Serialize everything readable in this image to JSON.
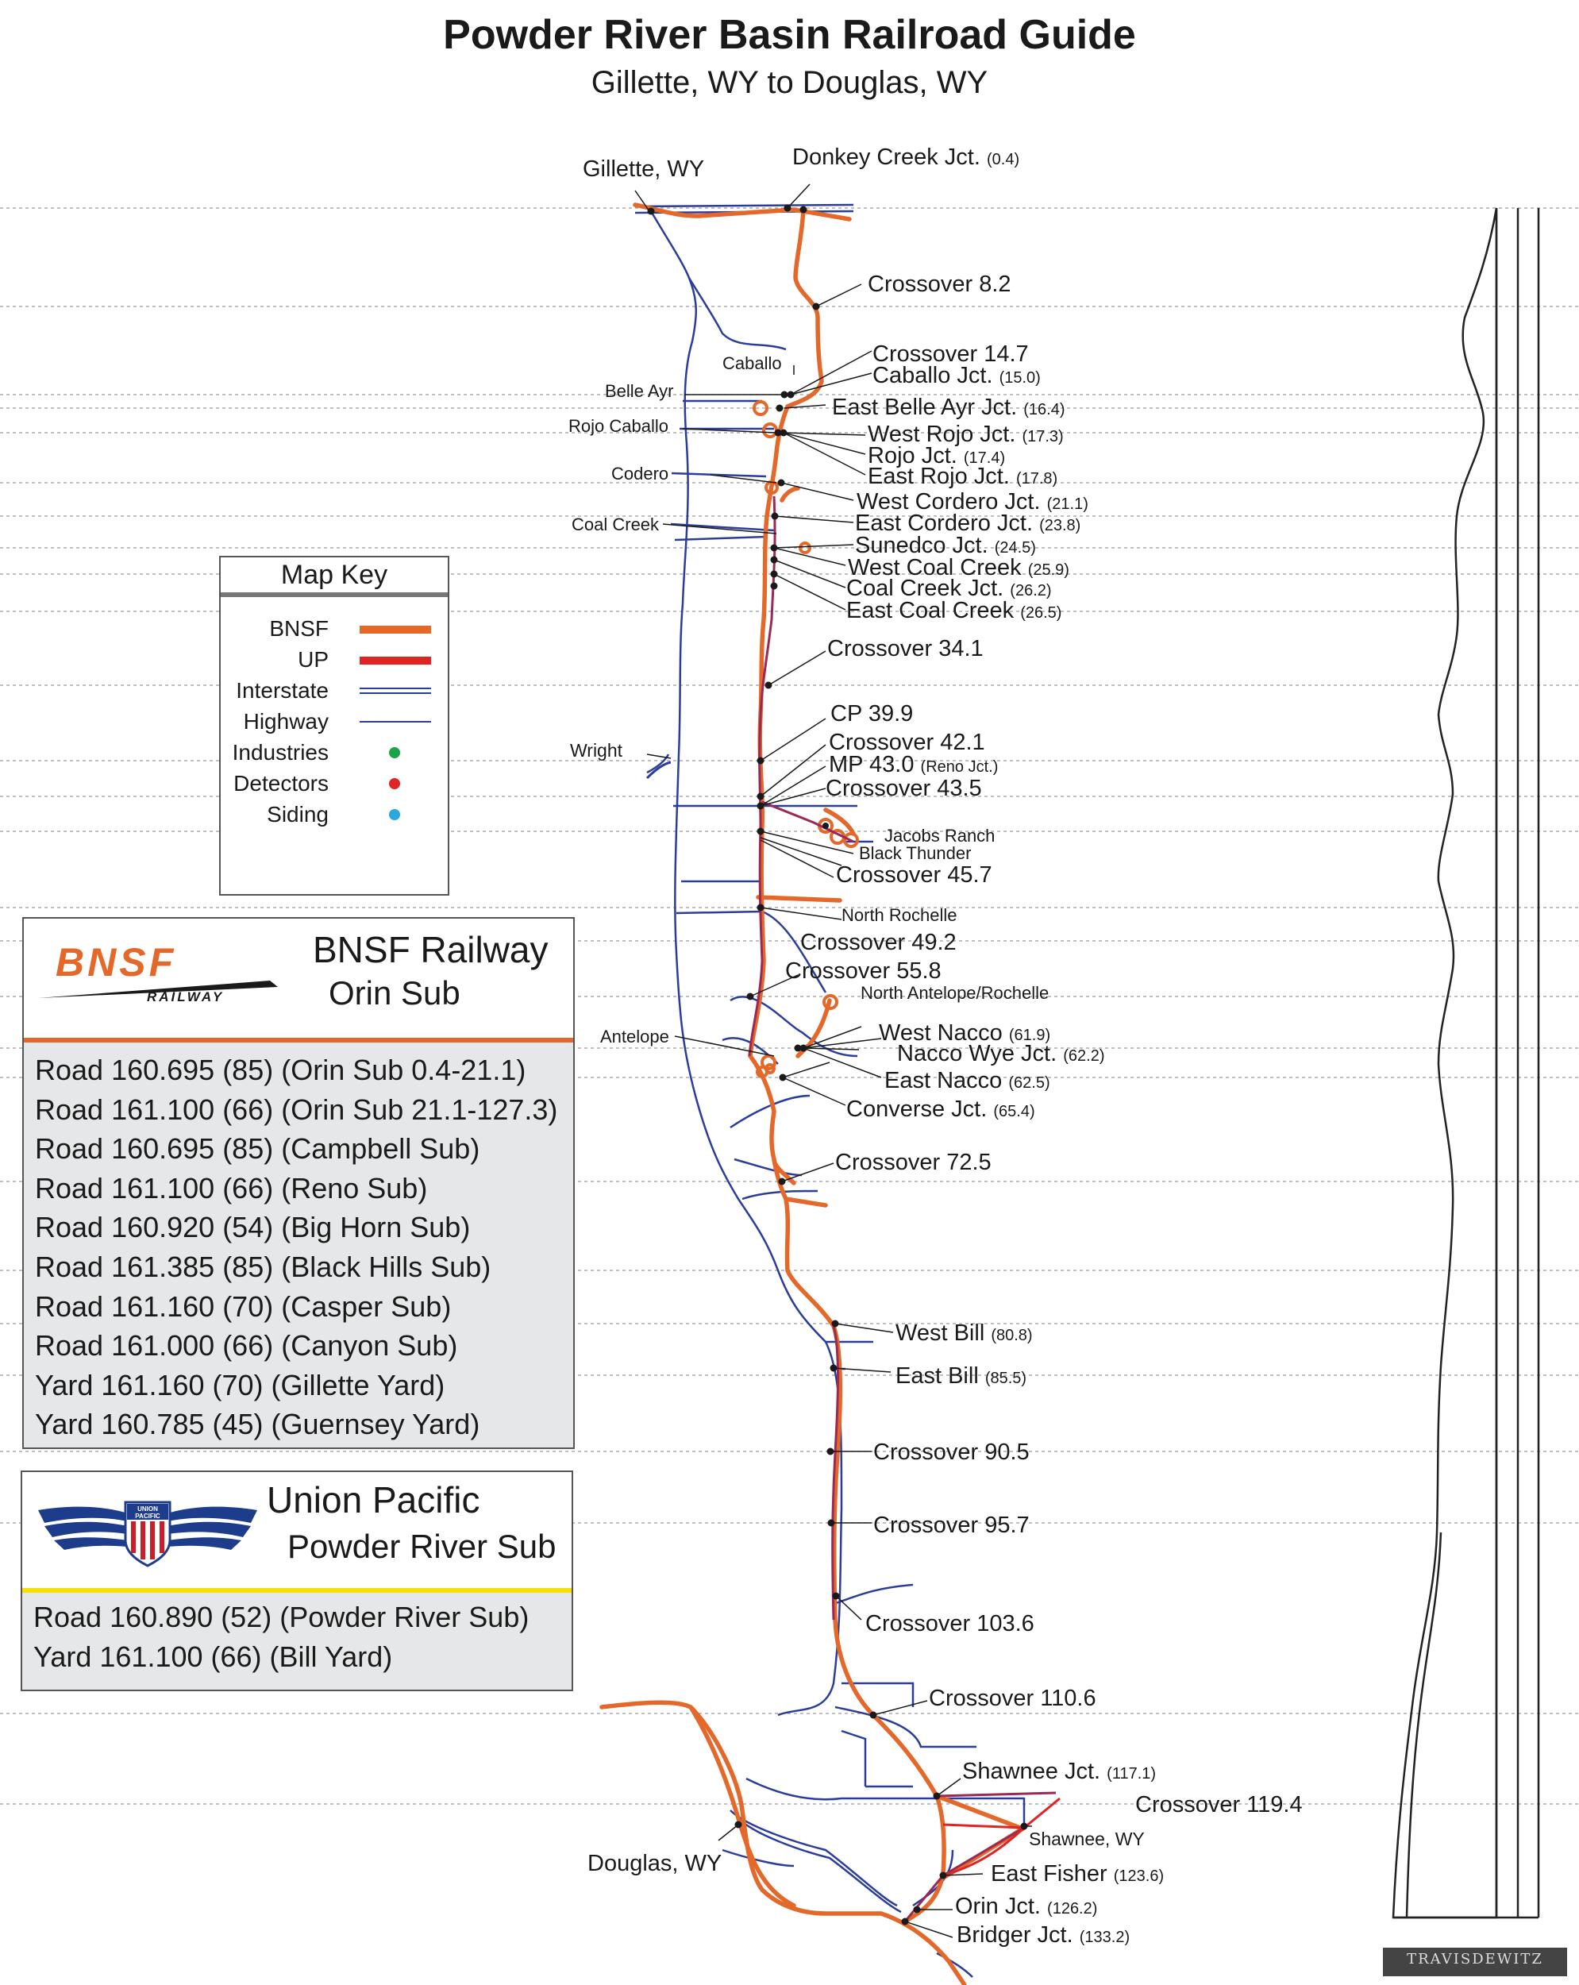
{
  "header": {
    "title": "Powder River Basin Railroad Guide",
    "subtitle": "Gillette, WY to Douglas, WY"
  },
  "map_key": {
    "title": "Map Key",
    "items": [
      {
        "label": "BNSF",
        "swatch": "thick-line",
        "color": "#e4682a"
      },
      {
        "label": "UP",
        "swatch": "thick-line",
        "color": "#e02424"
      },
      {
        "label": "Interstate",
        "swatch": "double-line",
        "color": "#2b3d9a"
      },
      {
        "label": "Highway",
        "swatch": "thin-line",
        "color": "#2b3d9a"
      },
      {
        "label": "Industries",
        "swatch": "dot",
        "color": "#1aa34a"
      },
      {
        "label": "Detectors",
        "swatch": "dot",
        "color": "#e02424"
      },
      {
        "label": "Siding",
        "swatch": "dot",
        "color": "#29a8e0"
      }
    ]
  },
  "bnsf": {
    "logo_text": "BNSF",
    "logo_subtext": "RAILWAY",
    "title": "BNSF Railway",
    "subtitle": "Orin Sub",
    "frequencies": [
      "Road 160.695 (85) (Orin Sub 0.4-21.1)",
      "Road 161.100 (66) (Orin Sub 21.1-127.3)",
      "Road 160.695 (85) (Campbell Sub)",
      "Road 161.100 (66) (Reno Sub)",
      "Road 160.920 (54) (Big Horn Sub)",
      "Road 161.385 (85) (Black Hills Sub)",
      "Road 161.160 (70) (Casper Sub)",
      "Road 161.000 (66) (Canyon Sub)",
      "Yard 161.160 (70) (Gillette Yard)",
      "Yard 160.785 (45) (Guernsey Yard)"
    ]
  },
  "up": {
    "logo_text_top": "UNION",
    "logo_text_bottom": "PACIFIC",
    "title": "Union Pacific",
    "subtitle": "Powder River Sub",
    "frequencies": [
      "Road 160.890 (52) (Powder River Sub)",
      "Yard 161.100 (66) (Bill Yard)"
    ]
  },
  "places": {
    "gillette": "Gillette, WY",
    "caballo": "Caballo",
    "belle_ayr": "Belle Ayr",
    "rojo_caballo": "Rojo Caballo",
    "codero": "Codero",
    "coal_creek": "Coal Creek",
    "wright": "Wright",
    "jacobs_ranch": "Jacobs Ranch",
    "black_thunder": "Black Thunder",
    "north_rochelle": "North Rochelle",
    "north_antelope": "North Antelope/Rochelle",
    "antelope": "Antelope",
    "douglas": "Douglas, WY",
    "shawnee": "Shawnee, WY"
  },
  "stations": [
    {
      "name": "Donkey Creek Jct.",
      "mp": "(0.4)"
    },
    {
      "name": "Crossover 8.2",
      "mp": ""
    },
    {
      "name": "Crossover 14.7",
      "mp": ""
    },
    {
      "name": "Caballo Jct.",
      "mp": "(15.0)"
    },
    {
      "name": "East Belle Ayr Jct.",
      "mp": "(16.4)"
    },
    {
      "name": "West Rojo Jct.",
      "mp": "(17.3)"
    },
    {
      "name": "Rojo Jct.",
      "mp": "(17.4)"
    },
    {
      "name": "East Rojo Jct.",
      "mp": "(17.8)"
    },
    {
      "name": "West Cordero Jct.",
      "mp": "(21.1)"
    },
    {
      "name": "East Cordero Jct.",
      "mp": "(23.8)"
    },
    {
      "name": "Sunedco Jct.",
      "mp": "(24.5)"
    },
    {
      "name": "West Coal Creek",
      "mp": "(25.9)"
    },
    {
      "name": "Coal Creek Jct.",
      "mp": "(26.2)"
    },
    {
      "name": "East Coal Creek",
      "mp": "(26.5)"
    },
    {
      "name": "Crossover 34.1",
      "mp": ""
    },
    {
      "name": "CP 39.9",
      "mp": ""
    },
    {
      "name": "Crossover 42.1",
      "mp": ""
    },
    {
      "name": "MP 43.0",
      "mp": "(Reno Jct.)"
    },
    {
      "name": "Crossover 43.5",
      "mp": ""
    },
    {
      "name": "Crossover 45.7",
      "mp": ""
    },
    {
      "name": "Crossover 49.2",
      "mp": ""
    },
    {
      "name": "Crossover 55.8",
      "mp": ""
    },
    {
      "name": "West Nacco",
      "mp": "(61.9)"
    },
    {
      "name": "Nacco Wye Jct.",
      "mp": "(62.2)"
    },
    {
      "name": "East Nacco",
      "mp": "(62.5)"
    },
    {
      "name": "Converse Jct.",
      "mp": "(65.4)"
    },
    {
      "name": "Crossover 72.5",
      "mp": ""
    },
    {
      "name": "West Bill",
      "mp": "(80.8)"
    },
    {
      "name": "East Bill",
      "mp": "(85.5)"
    },
    {
      "name": "Crossover 90.5",
      "mp": ""
    },
    {
      "name": "Crossover 95.7",
      "mp": ""
    },
    {
      "name": "Crossover 103.6",
      "mp": ""
    },
    {
      "name": "Crossover 110.6",
      "mp": ""
    },
    {
      "name": "Shawnee Jct.",
      "mp": "(117.1)"
    },
    {
      "name": "Crossover 119.4",
      "mp": ""
    },
    {
      "name": "East Fisher",
      "mp": "(123.6)"
    },
    {
      "name": "Orin Jct.",
      "mp": "(126.2)"
    },
    {
      "name": "Bridger Jct.",
      "mp": "(133.2)"
    }
  ],
  "watermark": "TRAVISDEWITZ",
  "colors": {
    "bnsf": "#e4682a",
    "up": "#e02424",
    "road": "#2b3d9a",
    "up_shared": "#9a2a55",
    "up_panel_rule": "#f2e20a",
    "panel_fill": "#e6e7e8"
  }
}
